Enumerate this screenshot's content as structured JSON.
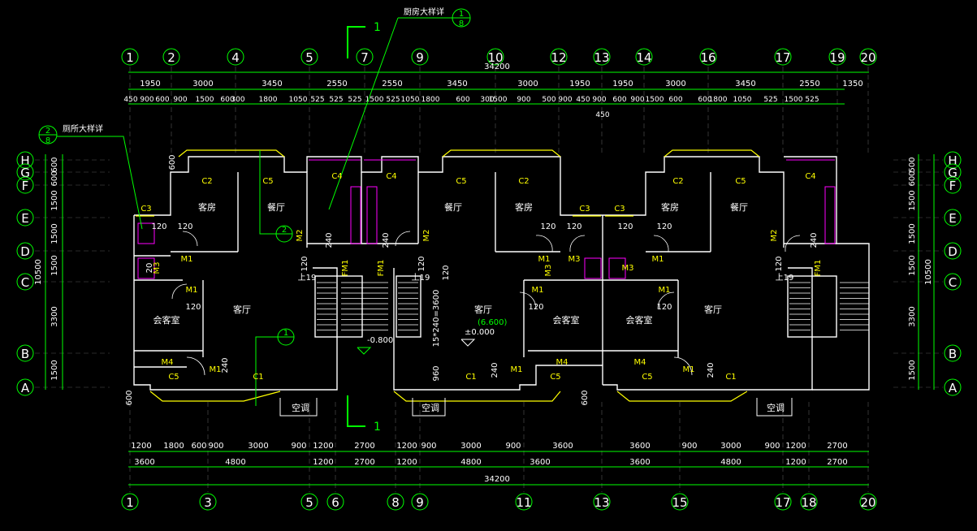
{
  "drawing": {
    "total_dim_top": "34200",
    "total_dim_bottom": "34200",
    "section_mark": "1",
    "detail_ref_kitchen": {
      "label": "厨房大样详",
      "num": "1",
      "sheet": "8"
    },
    "detail_ref_toilet": {
      "label": "厕所大样详",
      "num": "2",
      "sheet": "8"
    },
    "detail_ref_2": {
      "num": "2"
    },
    "detail_ref_1": {
      "num": "1"
    },
    "level_main": "(6.600)",
    "level_base": "±0.000",
    "level_low": "-0.800"
  },
  "axes_top": [
    "1",
    "2",
    "4",
    "5",
    "7",
    "9",
    "10",
    "12",
    "13",
    "14",
    "16",
    "17",
    "19",
    "20"
  ],
  "axes_bottom": [
    "1",
    "3",
    "5",
    "6",
    "8",
    "9",
    "11",
    "13",
    "15",
    "17",
    "18",
    "20"
  ],
  "axes_left": [
    "H",
    "G",
    "F",
    "E",
    "D",
    "C",
    "B",
    "A"
  ],
  "axes_right": [
    "H",
    "G",
    "F",
    "E",
    "D",
    "C",
    "B",
    "A"
  ],
  "dims_top_row1": [
    "1950",
    "3000",
    "3450",
    "2550",
    "2550",
    "3450",
    "3000",
    "1950",
    "1950",
    "3000",
    "3450",
    "2550",
    "1350"
  ],
  "dims_top_row2": [
    "450",
    "900",
    "600",
    "900",
    "1500",
    "600",
    "300",
    "1800",
    "1050",
    "525",
    "525",
    "525",
    "1500",
    "525",
    "1050",
    "1800",
    "600",
    "300",
    "1500",
    "900",
    "500",
    "900",
    "450",
    "900",
    "600",
    "900",
    "1500",
    "600",
    "600",
    "1800",
    "1050",
    "525",
    "1500",
    "525"
  ],
  "dim_450_below": "450",
  "dims_bottom_row1": [
    "1200",
    "1800",
    "600",
    "900",
    "3000",
    "900",
    "1200",
    "2700",
    "1200",
    "900",
    "3000",
    "900",
    "3600",
    "3600",
    "900",
    "3000",
    "900",
    "1200",
    "2700"
  ],
  "dims_bottom_row2": [
    "3600",
    "4800",
    "1200",
    "2700",
    "1200",
    "4800",
    "3600",
    "3600",
    "4800",
    "1200",
    "2700"
  ],
  "dims_left": [
    "600",
    "600",
    "1500",
    "1500",
    "1500",
    "3300",
    "1500"
  ],
  "dim_left_total": "10500",
  "dims_right": [
    "500",
    "600",
    "1500",
    "1500",
    "1500",
    "3300",
    "1500"
  ],
  "dim_right_total": "10500",
  "rooms": {
    "guest_room": "客房",
    "dining": "餐厅",
    "living": "客厅",
    "meeting": "会客室",
    "aircon": "空调"
  },
  "tags": {
    "C1": "C1",
    "C2": "C2",
    "C3": "C3",
    "C4": "C4",
    "C5": "C5",
    "M1": "M1",
    "M2": "M2",
    "M3": "M3",
    "M4": "M4",
    "FM1": "FM1",
    "up19": "上19",
    "d120": "120",
    "d240": "240",
    "d20": "20",
    "d960": "960",
    "d600": "600",
    "stair_dim": "15*240=3600"
  },
  "colors": {
    "background": "#000000",
    "wall": "#ffffff",
    "dim": "#00ff00",
    "tag": "#ffff00",
    "fixture": "#ff00ff",
    "grid": "#808080",
    "axis_text": "#ffffff"
  }
}
